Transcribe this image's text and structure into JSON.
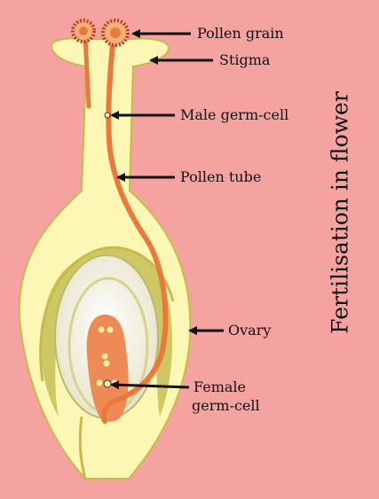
{
  "title": "Fertilisation in flower",
  "labels": {
    "pollen_grain": "Pollen grain",
    "stigma": "Stigma",
    "male_germ_cell": "Male germ-cell",
    "pollen_tube": "Pollen tube",
    "ovary": "Ovary",
    "female_germ_cell_line1": "Female",
    "female_germ_cell_line2": "germ-cell"
  },
  "colors": {
    "background": "#f4a3a1",
    "ovary_fill": "#fdf7b6",
    "ovary_outline": "#c9b94a",
    "inner_layer": "#c8c25a",
    "ovule": "#f3efd6",
    "pollen_tube": "#e97a3c",
    "pollen_grain": "#c43818",
    "arrow": "#111111"
  }
}
